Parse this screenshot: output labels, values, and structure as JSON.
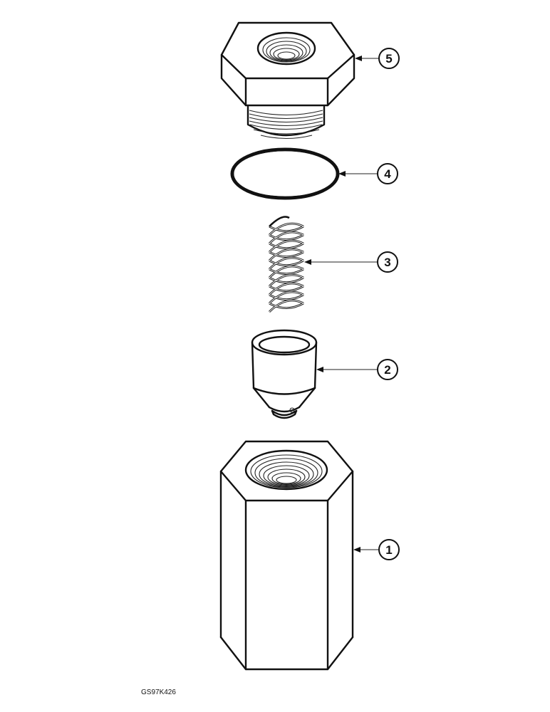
{
  "diagram": {
    "figure_code": "GS97K426",
    "callouts": [
      {
        "id": "5",
        "label": "5",
        "part": "plug"
      },
      {
        "id": "4",
        "label": "4",
        "part": "o-ring"
      },
      {
        "id": "3",
        "label": "3",
        "part": "spring"
      },
      {
        "id": "2",
        "label": "2",
        "part": "poppet"
      },
      {
        "id": "1",
        "label": "1",
        "part": "body"
      }
    ]
  },
  "colors": {
    "line": "#111111",
    "background": "#ffffff"
  }
}
